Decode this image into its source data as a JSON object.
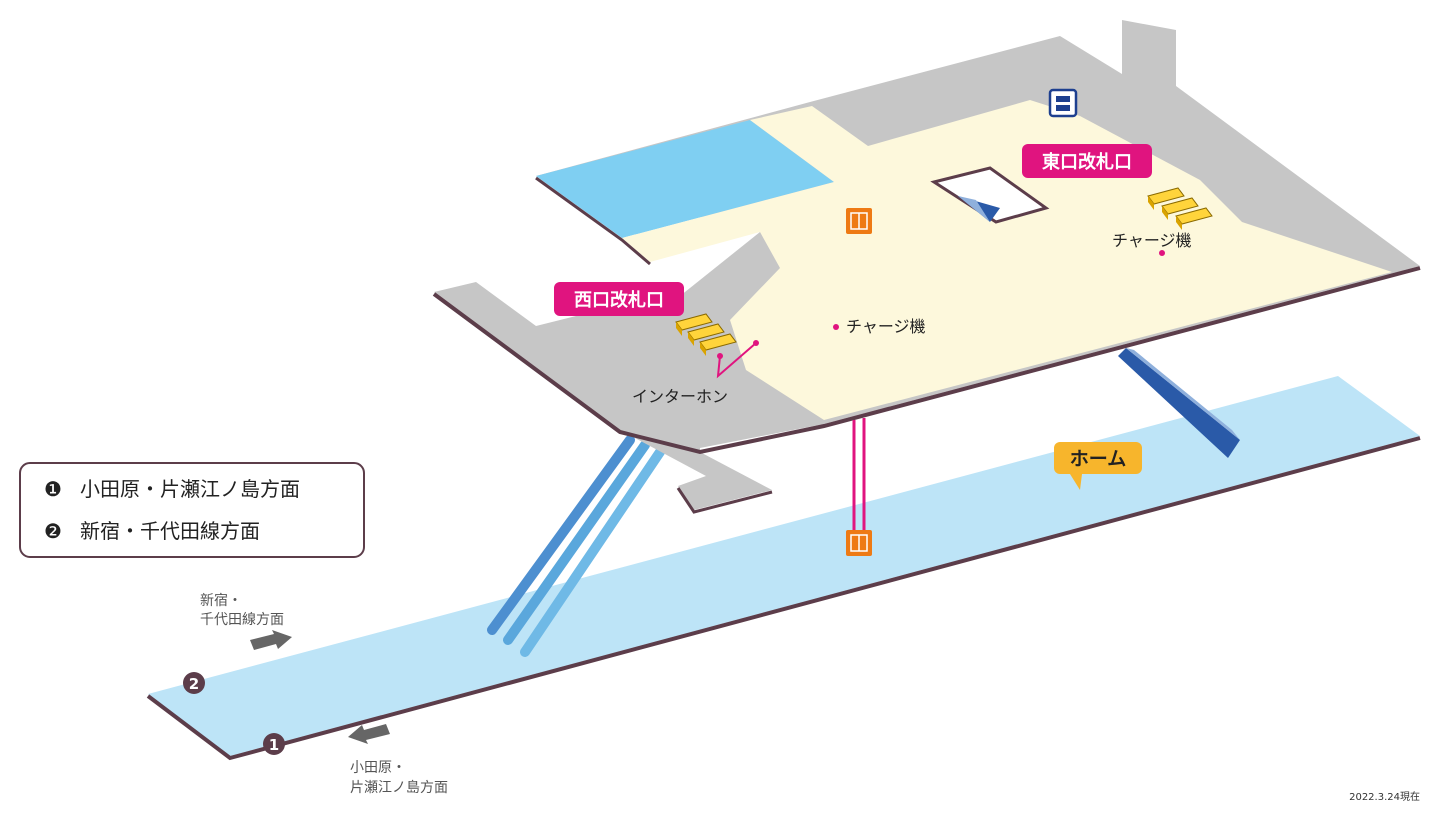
{
  "legend": {
    "items": [
      {
        "num": "❶",
        "text": "小田原・片瀬江ノ島方面"
      },
      {
        "num": "❷",
        "text": "新宿・千代田線方面"
      }
    ]
  },
  "gates": {
    "east": "東口改札口",
    "west": "西口改札口"
  },
  "facilities": {
    "charge_east": "チャージ機",
    "charge_center": "チャージ機",
    "intercom": "インターホン",
    "platform": "ホーム"
  },
  "platform_markers": {
    "one": "❶",
    "two": "❷"
  },
  "directions": {
    "shinjuku_line1": "新宿・",
    "shinjuku_line2": "千代田線方面",
    "odawara_line1": "小田原・",
    "odawara_line2": "片瀬江ノ島方面"
  },
  "as_of": "2022.3.24現在",
  "colors": {
    "concourse": "#fdf8dc",
    "gray_area": "#c6c6c6",
    "blue_area": "#7fcff2",
    "platform": "#bde4f7",
    "edge": "#5c3d4a",
    "gate_badge": "#e0147f",
    "home_badge": "#f7b52c",
    "elevator": "#ee7a14",
    "escalator": "#5aa7dc",
    "stairs": "#2a5aa8",
    "legend_border": "#5c3d4a",
    "arrow": "#666666"
  },
  "icons": [
    "elevator-icon",
    "stairs-icon",
    "escalator-icon",
    "ticket-gate-icon",
    "info-board-icon",
    "arrow-left-icon",
    "arrow-right-icon"
  ]
}
